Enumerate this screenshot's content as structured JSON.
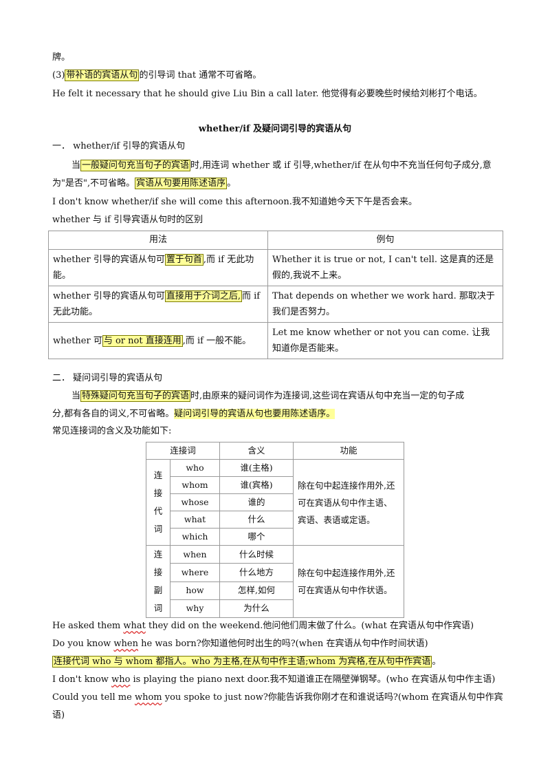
{
  "top": {
    "frag": "牌。",
    "rule3_prefix": "(3)",
    "rule3_hl": "带补语的宾语从句",
    "rule3_rest": "的引导词 that 通常不可省略。",
    "example": "He felt it necessary that he should give Liu Bin a call later.  他觉得有必要晚些时候给刘彬打个电话。"
  },
  "title": "whether/if 及疑问词引导的宾语从句",
  "s1": {
    "heading": "一．  whether/if 引导的宾语从句",
    "p1_a": "当",
    "p1_hl": "一般疑问句充当句子的宾语",
    "p1_b": "时,用连词 whether 或 if 引导,whether/if 在从句中不充当任何句子成分,意",
    "p2_a": "为\"是否\",不可省略。",
    "p2_hl": "宾语从句要用陈述语序",
    "p2_b": "。",
    "example": "I don't know whether/if she will come this afternoon.我不知道她今天下午是否会来。",
    "table_caption": "whether 与 if 引导宾语从句时的区别",
    "table": {
      "h_usage": "用法",
      "h_example": "例句",
      "r1_a": "whether 引导的宾语从句可",
      "r1_hl": "置于句首",
      "r1_b": ",而 if 无此功能。",
      "r1_ex": "Whether it is true or not, I can't tell.  这是真的还是假的,我说不上来。",
      "r2_a": "whether 引导的宾语从句可",
      "r2_hl": "直接用于介词之后,",
      "r2_b": "而 if 无此功能。",
      "r2_ex": "That depends on whether we work hard.  那取决于我们是否努力。",
      "r3_a": "whether  可",
      "r3_hl": "与 or not 直接连用",
      "r3_b": ",而 if 一般不能。",
      "r3_ex": "Let me know whether or not you can come. 让我知道你是否能来。"
    }
  },
  "s2": {
    "heading": "二．  疑问词引导的宾语从句",
    "p1_a": "当",
    "p1_hl": "特殊疑问句充当句子的宾语",
    "p1_b": "时,由原来的疑问词作为连接词,这些词在宾语从句中充当一定的句子成",
    "p2_a": "分,都有各自的词义,不可省略。",
    "p2_hl": "疑问词引导的宾语从句也要用陈述语序。",
    "intro": "常见连接词的含义及功能如下:",
    "table": {
      "h_conj": "连接词",
      "h_meaning": "含义",
      "h_func": "功能",
      "pron_cat": [
        "连",
        "接",
        "代",
        "词"
      ],
      "adv_cat": [
        "连",
        "接",
        "副",
        "词"
      ],
      "pron_rows": [
        {
          "w": "who",
          "m": "谁(主格)"
        },
        {
          "w": "whom",
          "m": "谁(宾格)"
        },
        {
          "w": "whose",
          "m": "谁的"
        },
        {
          "w": "what",
          "m": "什么"
        },
        {
          "w": "which",
          "m": "哪个"
        }
      ],
      "adv_rows": [
        {
          "w": "when",
          "m": "什么时候"
        },
        {
          "w": "where",
          "m": "什么地方"
        },
        {
          "w": "how",
          "m": "怎样,如何"
        },
        {
          "w": "why",
          "m": "为什么"
        }
      ],
      "pron_func": "除在句中起连接作用外,还可在宾语从句中作主语、宾语、表语或定语。",
      "adv_func": "除在句中起连接作用外,还可在宾语从句中作状语。"
    },
    "ex1_a": "He asked them  ",
    "ex1_w": "what",
    "ex1_b": "  they did on the weekend.他问他们周末做了什么。(what 在宾语从句中作宾语)",
    "ex2_a": "Do you know  ",
    "ex2_w": "when",
    "ex2_b": "  he was born?你知道他何时出生的吗?(when 在宾语从句中作时间状语)",
    "note_hl": "连接代词 who 与 whom 都指人。who 为主格,在从句中作主语;whom 为宾格,在从句中作宾语",
    "note_end": "。",
    "ex3_a": "I don't know  ",
    "ex3_w": "who",
    "ex3_b": "  is playing the piano next door.我不知道谁正在隔壁弹钢琴。(who 在宾语从句中作主语)",
    "ex4_a": "Could you tell me  ",
    "ex4_w": "whom",
    "ex4_b": "  you spoke to just now?你能告诉我你刚才在和谁说话吗?(whom 在宾语从句中作宾",
    "ex4_c": "语)"
  }
}
